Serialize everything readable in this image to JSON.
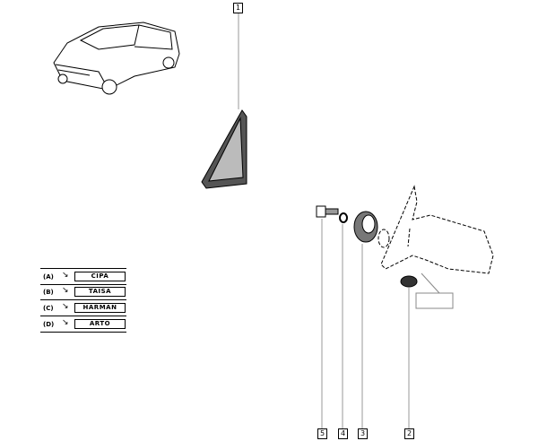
{
  "callouts": {
    "part1": "1",
    "part2": "2",
    "part3": "3",
    "part4": "4",
    "part5": "5"
  },
  "legend": [
    {
      "code": "(A)",
      "icon": "wrench-diagonal-icon",
      "name": "CIPA"
    },
    {
      "code": "(B)",
      "icon": "wrench-diagonal-icon",
      "name": "TAISA"
    },
    {
      "code": "(C)",
      "icon": "wrench-diagonal-icon",
      "name": "HARMAN"
    },
    {
      "code": "(D)",
      "icon": "wrench-diagonal-icon",
      "name": "ARTO"
    }
  ]
}
